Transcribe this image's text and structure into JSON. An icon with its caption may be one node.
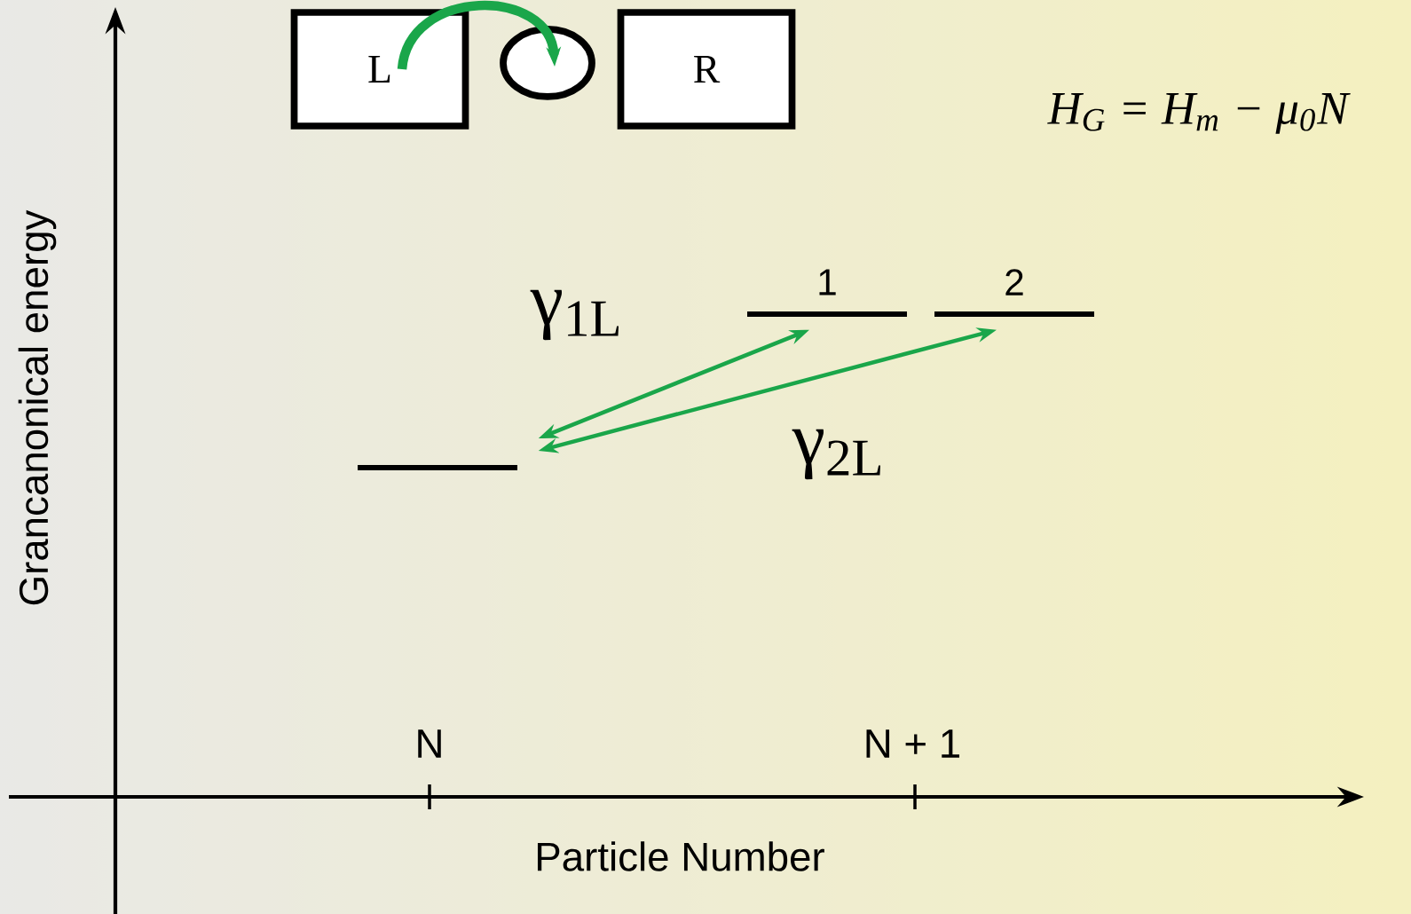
{
  "diagram": {
    "nodes": [
      {
        "text": [
          "L"
        ]
      },
      {
        "text": [],
        "shape": "circle"
      },
      {
        "text": [
          "R"
        ]
      },
      {
        "text": [],
        "shape": "bar"
      },
      {
        "text": [
          "1"
        ]
      },
      {
        "text": [
          "2"
        ]
      }
    ],
    "edges": [
      {
        "from": 0,
        "to": 1,
        "arrow": "to",
        "style": "thick"
      },
      {
        "from": 3,
        "to": 4,
        "arrow": "both",
        "label": "γ$_{1L}$"
      },
      {
        "from": 3,
        "to": 5,
        "arrow": "both",
        "label": "γ$_{2L}$"
      }
    ],
    "labels": [
      "H$_{G}$ = H$_{m}$ − μ$_{0}$N",
      "Grancanonical energy",
      "N",
      "N + 1",
      "Particle Number"
    ]
  }
}
